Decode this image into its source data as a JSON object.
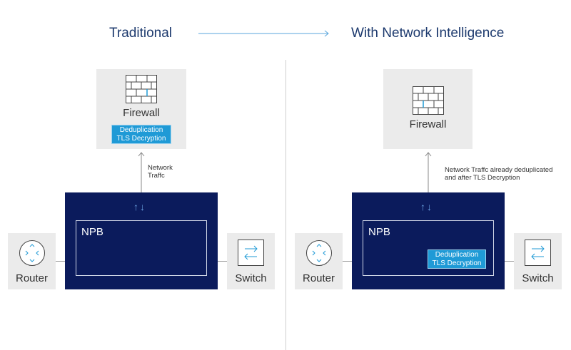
{
  "header": {
    "left_title": "Traditional",
    "right_title": "With Network Intelligence"
  },
  "colors": {
    "npb_fill": "#0b1b5c",
    "accent_blue": "#1f9ad6",
    "box_gray": "#ebebeb",
    "title_navy": "#1d3a6e"
  },
  "left": {
    "firewall_label": "Firewall",
    "badge_line1": "Deduplication",
    "badge_line2": "TLS Decryption",
    "traffic_line1": "Network",
    "traffic_line2": "Traffc",
    "npb_label": "NPB",
    "npb_arrows": "↑↓",
    "router_label": "Router",
    "switch_label": "Switch"
  },
  "right": {
    "firewall_label": "Firewall",
    "traffic_line1": "Network Traffc already deduplicated",
    "traffic_line2": "and after TLS Decryption",
    "npb_label": "NPB",
    "npb_arrows": "↑↓",
    "badge_line1": "Deduplication",
    "badge_line2": "TLS Decryption",
    "router_label": "Router",
    "switch_label": "Switch"
  }
}
